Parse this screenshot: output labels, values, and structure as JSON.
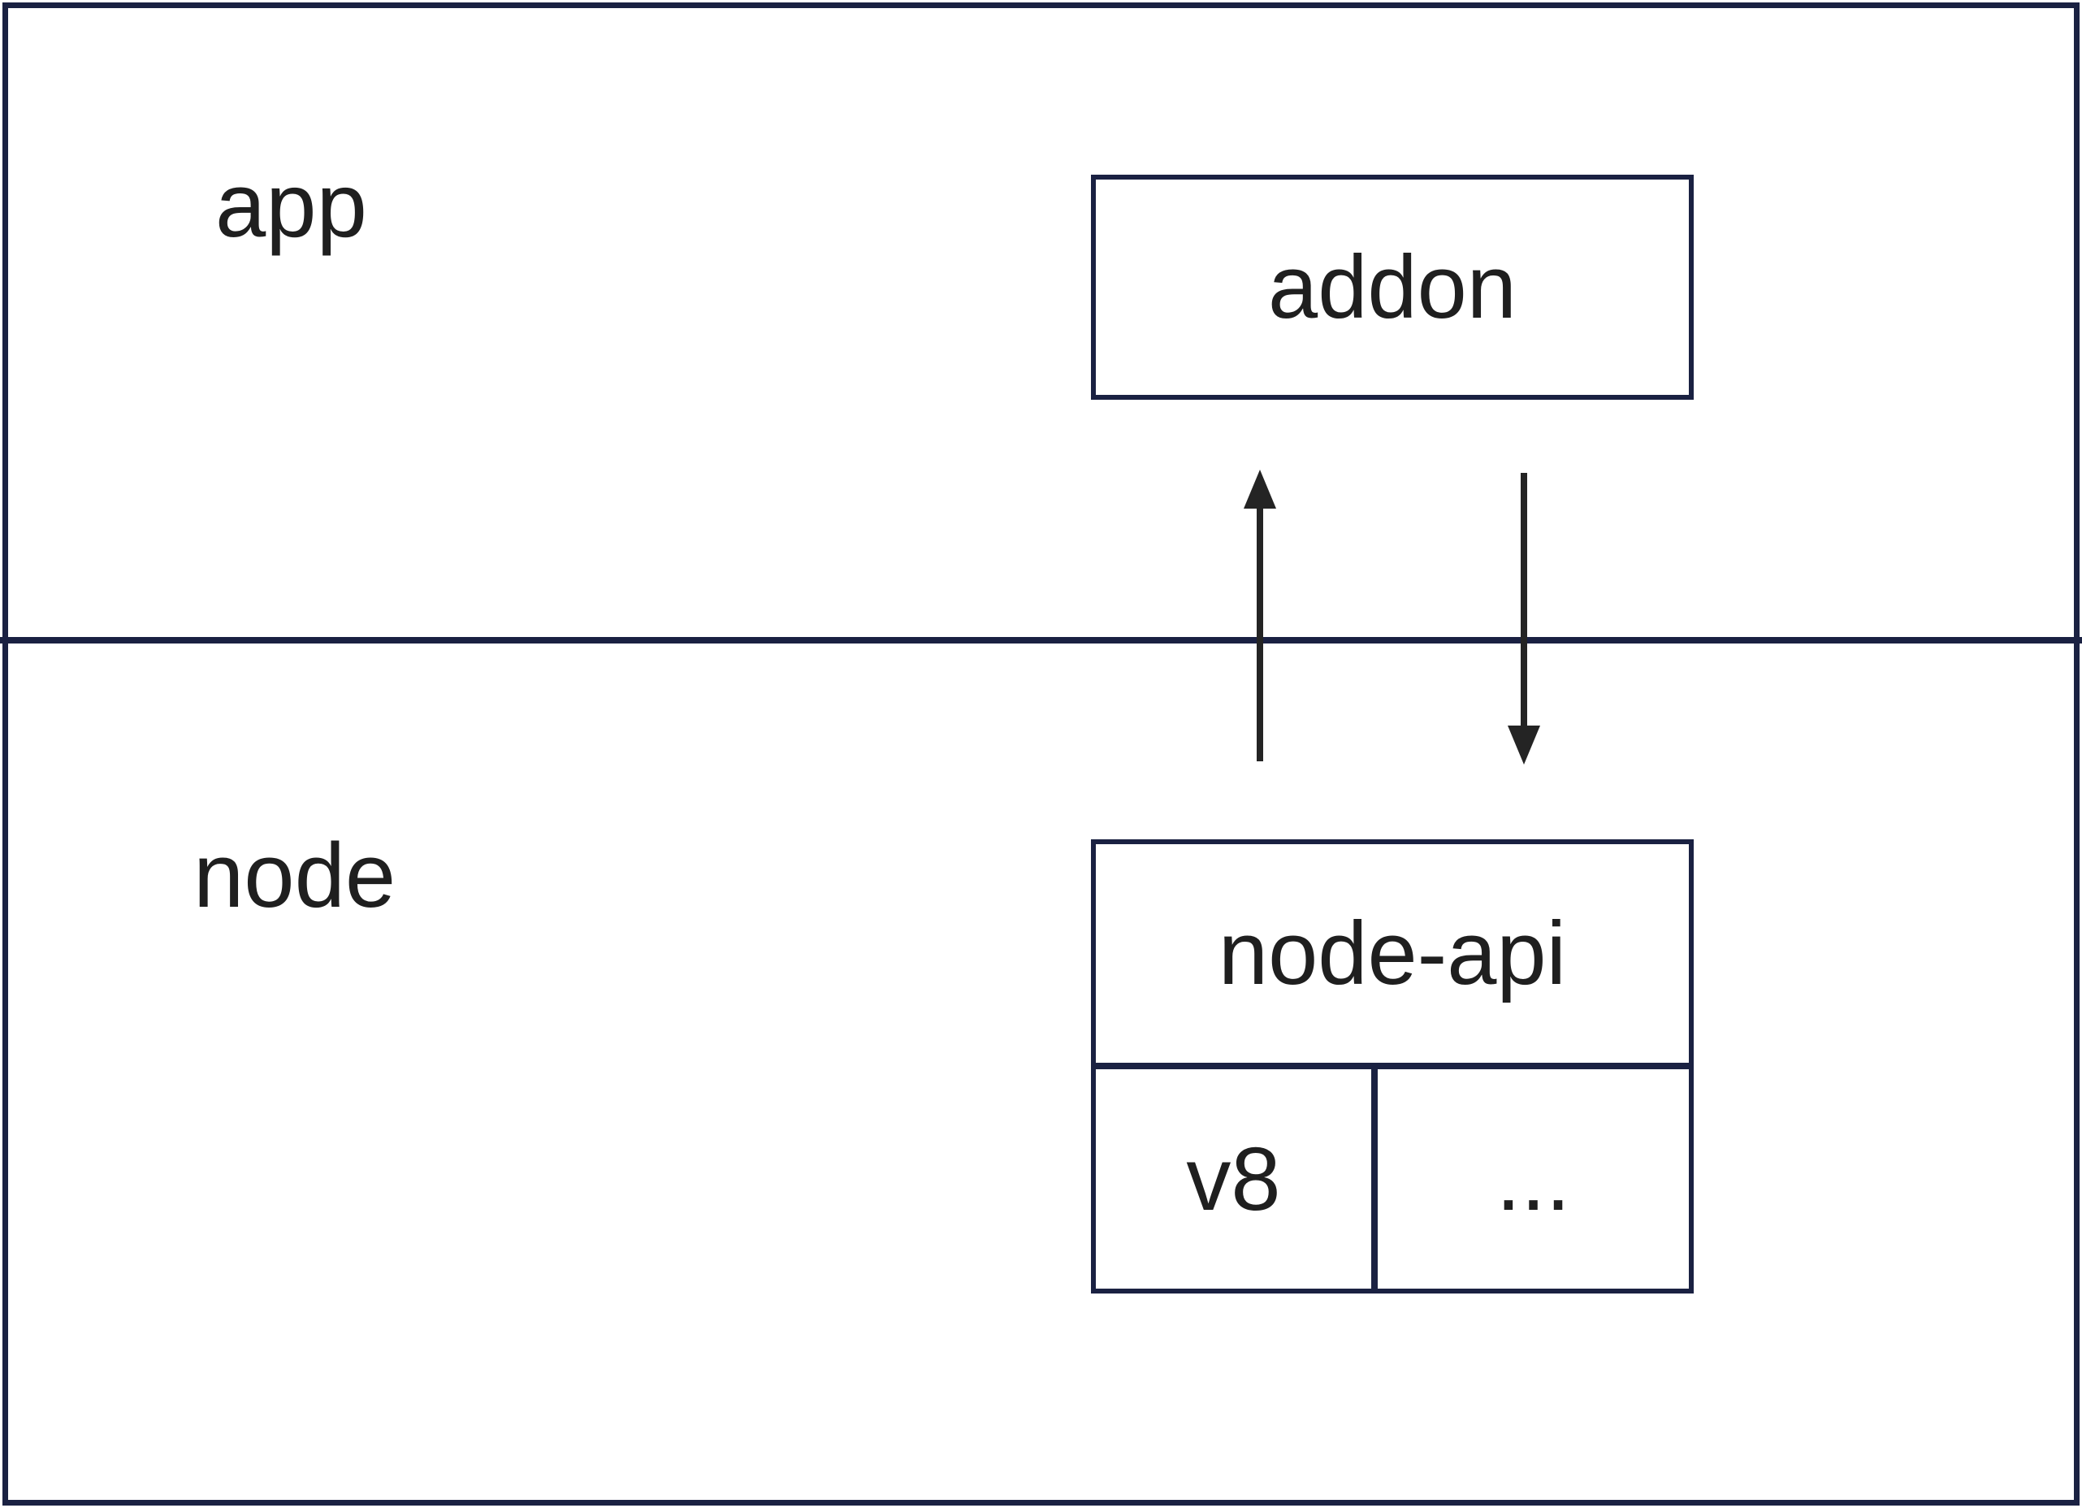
{
  "colors": {
    "line": "#1a2142",
    "text": "#1f1f1f",
    "arrow": "#242424",
    "canvas_bg": "#ffffff"
  },
  "diagram": {
    "regions": [
      {
        "id": "app",
        "label": "app"
      },
      {
        "id": "node",
        "label": "node"
      }
    ],
    "addon_box": {
      "label": "addon"
    },
    "node_api_box": {
      "title": "node-api",
      "sub_cells": [
        {
          "label": "v8"
        },
        {
          "label": "..."
        }
      ]
    },
    "arrows": [
      {
        "id": "up-arrow",
        "direction": "up",
        "between": [
          "node-api",
          "addon"
        ]
      },
      {
        "id": "down-arrow",
        "direction": "down",
        "between": [
          "addon",
          "node-api"
        ]
      }
    ]
  }
}
